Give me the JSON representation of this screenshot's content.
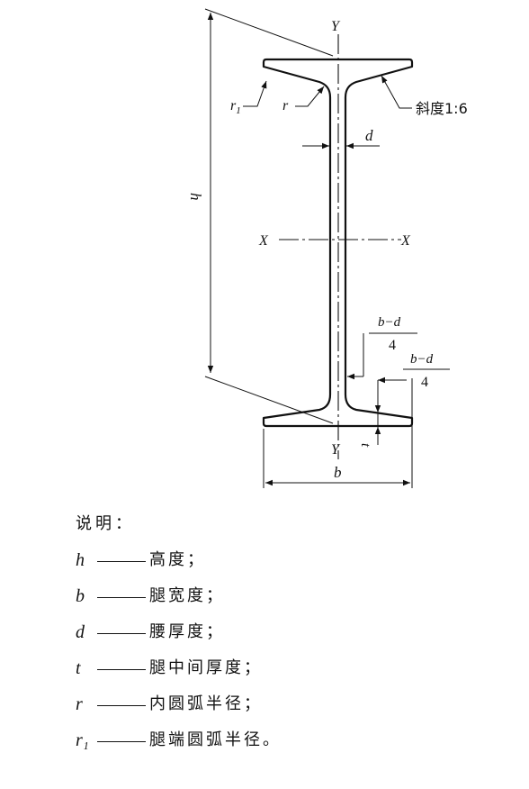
{
  "diagram": {
    "labels": {
      "y_top": "Y",
      "y_bottom": "Y",
      "x_left": "X",
      "x_right": "X",
      "h": "h",
      "b": "b",
      "d": "d",
      "t": "t",
      "r": "r",
      "r1": "r",
      "r1_sub": "1",
      "slope": "斜度1:6",
      "frac1_num": "b−d",
      "frac1_den": "4",
      "frac2_num": "b−d",
      "frac2_den": "4"
    }
  },
  "legend": {
    "title": "说明：",
    "items": [
      {
        "symbol": "h",
        "text": "高度；"
      },
      {
        "symbol": "b",
        "text": "腿宽度；"
      },
      {
        "symbol": "d",
        "text": "腰厚度；"
      },
      {
        "symbol": "t",
        "text": "腿中间厚度；"
      },
      {
        "symbol": "r",
        "text": "内圆弧半径；"
      },
      {
        "symbol": "r₁",
        "text": "腿端圆弧半径。"
      }
    ]
  }
}
